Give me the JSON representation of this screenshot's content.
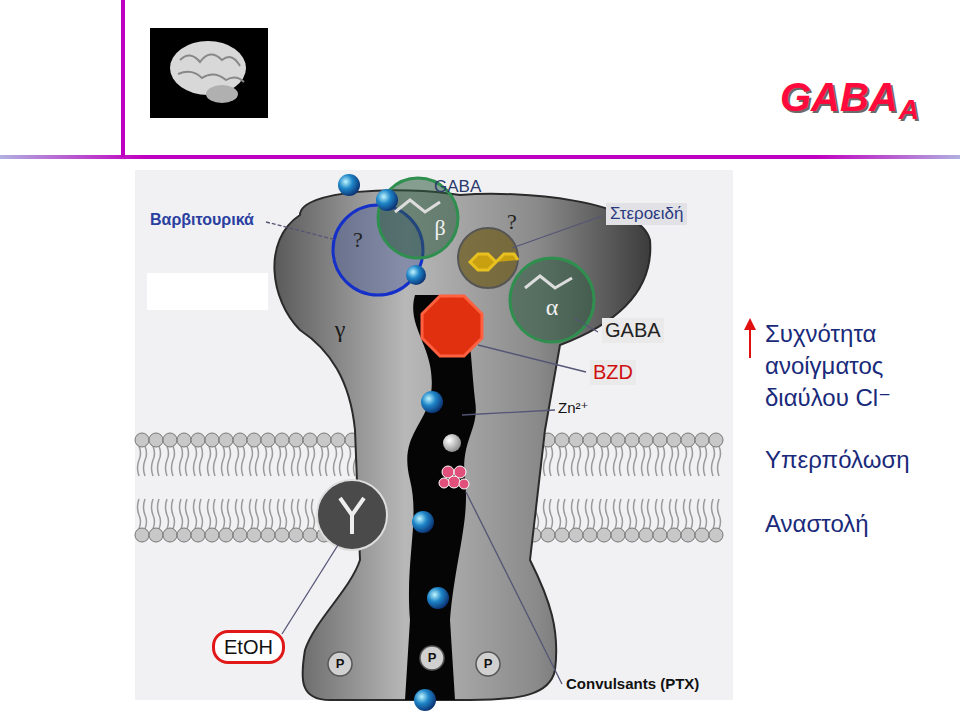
{
  "diagram": {
    "title": "GABA",
    "nodes": [
      {
        "text": [
          "EtOH"
        ]
      }
    ],
    "labels": [
      "A",
      "Βαρβιτουρικά",
      "GABA",
      "Στεροειδή",
      "?",
      "β",
      "?",
      "γ",
      "α",
      "GABA",
      "BZD",
      "Zn²⁺",
      "Συχνότητα ανοίγματος διαύλου Cl⁻",
      "Υπερπόλωση",
      "Αναστολή",
      "P",
      "P",
      "P",
      "Convulsants (PTX)"
    ]
  }
}
